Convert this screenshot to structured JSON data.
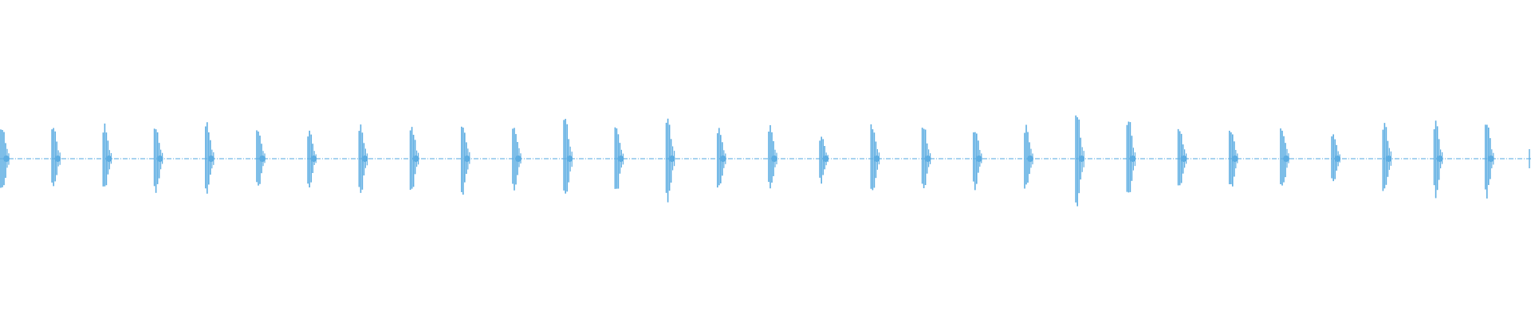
{
  "waveform": {
    "color": "#5dade2",
    "baseline_color": "#5dade2",
    "pulse_count": 30,
    "pulse_amplitudes": [
      0.82,
      0.79,
      0.81,
      0.83,
      0.88,
      0.71,
      0.66,
      0.84,
      0.8,
      0.86,
      0.84,
      1.05,
      0.83,
      1.02,
      0.72,
      0.77,
      0.57,
      0.86,
      0.8,
      0.77,
      0.8,
      1.1,
      1.0,
      0.74,
      0.76,
      0.77,
      0.63,
      0.93,
      0.9,
      0.92
    ]
  }
}
